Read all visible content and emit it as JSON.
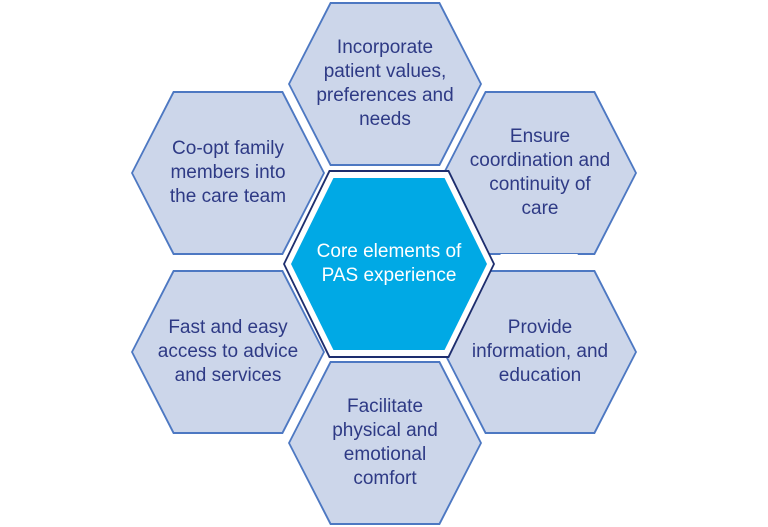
{
  "diagram": {
    "title": "Core elements of PAS experience hexagon diagram",
    "center": {
      "label": "Core elements of\nPAS experience"
    },
    "hexagons": [
      {
        "id": "top",
        "label": "Incorporate\npatient values,\npreferences and\nneeds"
      },
      {
        "id": "top-right",
        "label": "Ensure\ncoordination and\ncontinuity of\ncare"
      },
      {
        "id": "bottom-right",
        "label": "Provide\ninformation, and\neducation"
      },
      {
        "id": "bottom",
        "label": "Facilitate\nphysical and\nemotional\ncomfort"
      },
      {
        "id": "bottom-left",
        "label": "Fast and easy\naccess to advice\nand services"
      },
      {
        "id": "top-left",
        "label": "Co-opt family\nmembers into\nthe care team"
      }
    ]
  },
  "colors": {
    "background": "#ffffff",
    "hex_fill": "#ccd6ea",
    "hex_border": "#4d78c2",
    "center_fill": "#00a9e5",
    "center_border_inner": "#ffffff",
    "center_border_outer": "#1e2e6e",
    "label_text": "#2e3a85",
    "center_text": "#ffffff"
  }
}
